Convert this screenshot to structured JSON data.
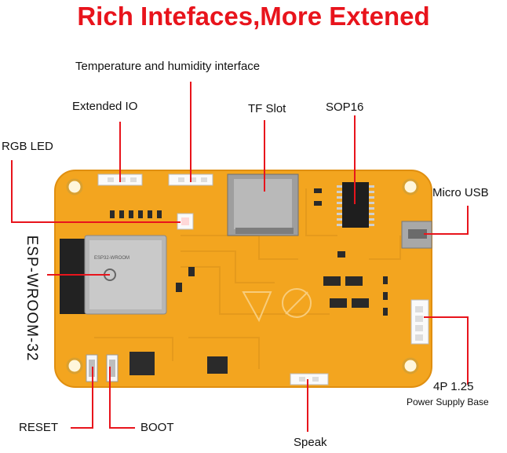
{
  "title": "Rich Intefaces,More Extened",
  "labels": {
    "temp_humidity": "Temperature and humidity interface",
    "extended_io": "Extended IO",
    "tf_slot": "TF Slot",
    "sop16": "SOP16",
    "rgb_led": "RGB LED",
    "micro_usb": "Micro USB",
    "esp_module": "ESP-WROOM-32",
    "power_connector": "4P 1.25",
    "power_supply_base": "Power Supply Base",
    "reset": "RESET",
    "boot": "BOOT",
    "speak": "Speak"
  },
  "colors": {
    "title": "#e8141c",
    "board": "#f3a51f",
    "leader_line": "#e8141c"
  }
}
